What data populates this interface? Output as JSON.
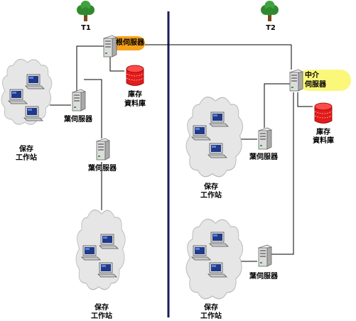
{
  "colors": {
    "divider": "#1c1c5a",
    "link": "#000000",
    "root_highlight": "#f7a21b",
    "middle_highlight": "#fbf77a",
    "database": "#e31b1b",
    "cloud": "#e6e6e6"
  },
  "icons": [
    "tree-icon",
    "server-icon",
    "database-icon",
    "cloud-icon",
    "computer-icon"
  ],
  "t1": {
    "tree_label": "T1",
    "root_server_label": "根伺服器",
    "root_db_label_1": "庫存",
    "root_db_label_2": "資料庫",
    "leaf_server_a_label": "葉伺服器",
    "leaf_server_b_label": "葉伺服器",
    "workstation_a_label_1": "保存",
    "workstation_a_label_2": "工作站",
    "workstation_b_label_1": "保存",
    "workstation_b_label_2": "工作站"
  },
  "t2": {
    "tree_label": "T2",
    "middle_server_label_1": "中介",
    "middle_server_label_2": "伺服器",
    "middle_db_label_1": "庫存",
    "middle_db_label_2": "資料庫",
    "leaf_server_a_label": "葉伺服器",
    "leaf_server_b_label": "葉伺服器",
    "workstation_a_label_1": "保存",
    "workstation_a_label_2": "工作站",
    "workstation_b_label_1": "保存",
    "workstation_b_label_2": "工作站"
  }
}
